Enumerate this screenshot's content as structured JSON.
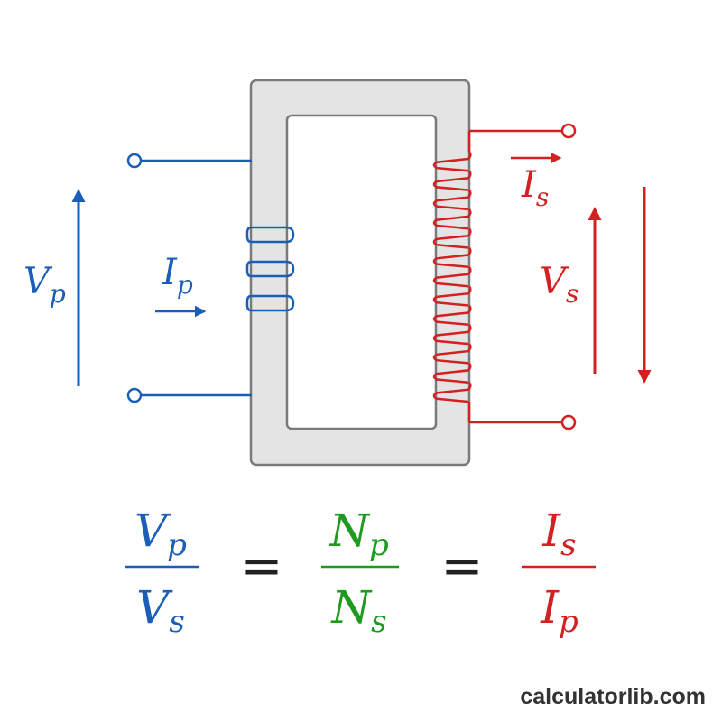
{
  "colors": {
    "primary": "#1a5eb8",
    "secondary": "#d42020",
    "ratio_turns": "#1e9a1e",
    "core_fill": "#e4e4e4",
    "core_stroke": "#7a7a7a",
    "text_dark": "#333333"
  },
  "labels": {
    "vp": {
      "base": "V",
      "sub": "p"
    },
    "ip": {
      "base": "I",
      "sub": "p"
    },
    "is": {
      "base": "I",
      "sub": "s"
    },
    "vs": {
      "base": "V",
      "sub": "s"
    }
  },
  "equation": {
    "frac1": {
      "num": {
        "base": "V",
        "sub": "p"
      },
      "den": {
        "base": "V",
        "sub": "s"
      }
    },
    "frac2": {
      "num": {
        "base": "N",
        "sub": "p"
      },
      "den": {
        "base": "N",
        "sub": "s"
      }
    },
    "frac3": {
      "num": {
        "base": "I",
        "sub": "s"
      },
      "den": {
        "base": "I",
        "sub": "p"
      }
    },
    "equals": "="
  },
  "watermark": "calculatorlib.com"
}
